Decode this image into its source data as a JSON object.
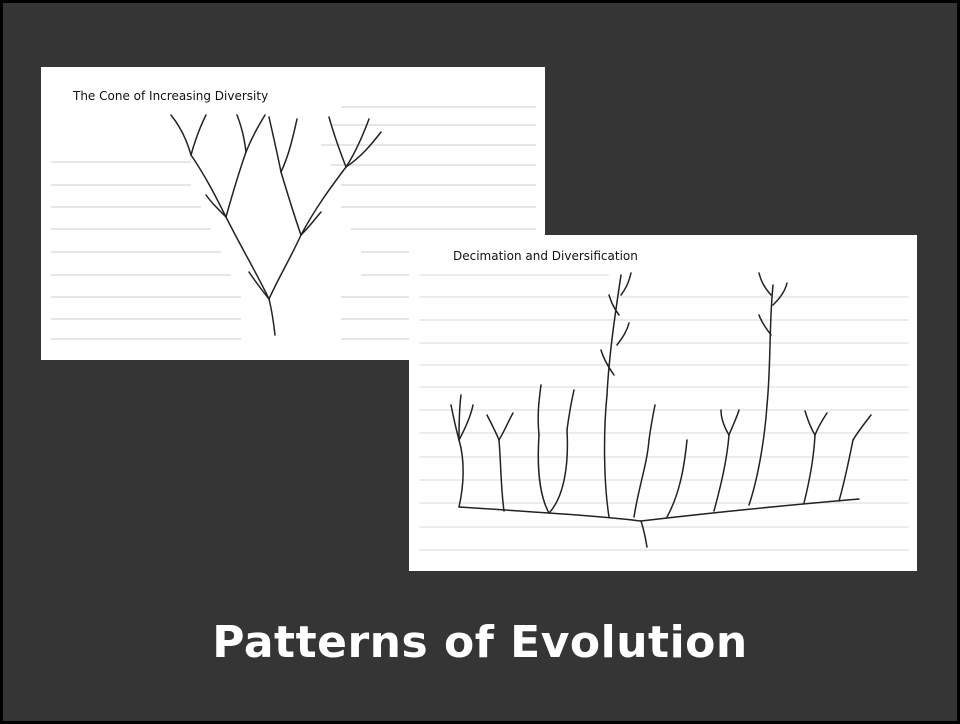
{
  "slide": {
    "title": "Patterns of Evolution",
    "background_color": "#353535",
    "title_color": "#ffffff"
  },
  "figures": [
    {
      "id": "cone",
      "title": "The Cone of Increasing Diversity",
      "image_kind": "line-drawing-phylogenetic-tree"
    },
    {
      "id": "decimation",
      "title": "Decimation and Diversification",
      "image_kind": "line-drawing-phylogenetic-tree"
    }
  ]
}
